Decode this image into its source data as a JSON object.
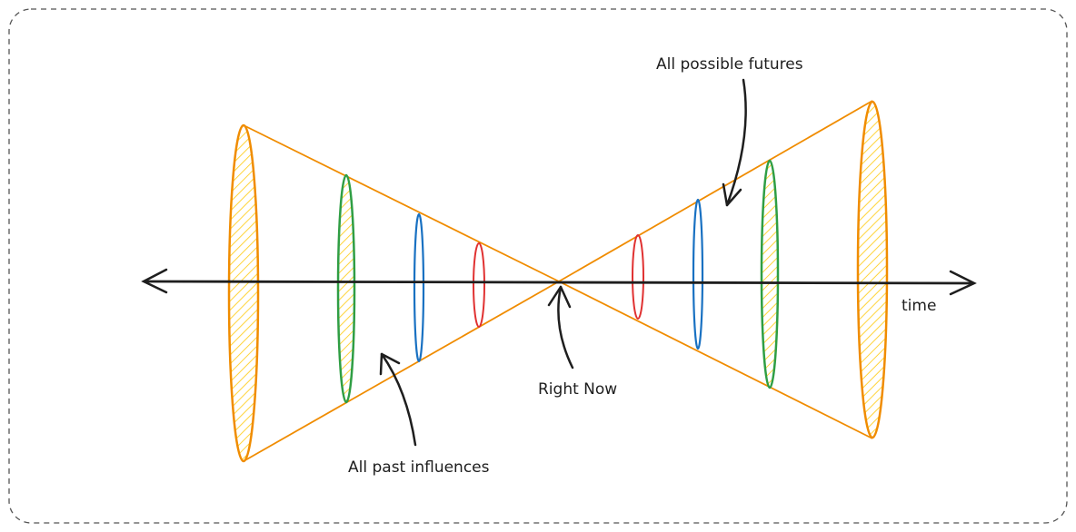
{
  "diagram": {
    "title": "Past and future light-cone timeline",
    "labels": {
      "future": "All possible futures",
      "past": "All past influences",
      "now": "Right Now",
      "axis": "time"
    },
    "colors": {
      "cone": "#f08c00",
      "cone_fill": "#ffec99",
      "ring_green": "#2f9e44",
      "ring_blue": "#1971c2",
      "ring_red": "#e03131",
      "axis": "#1e1e1e",
      "frame": "#555555"
    }
  }
}
